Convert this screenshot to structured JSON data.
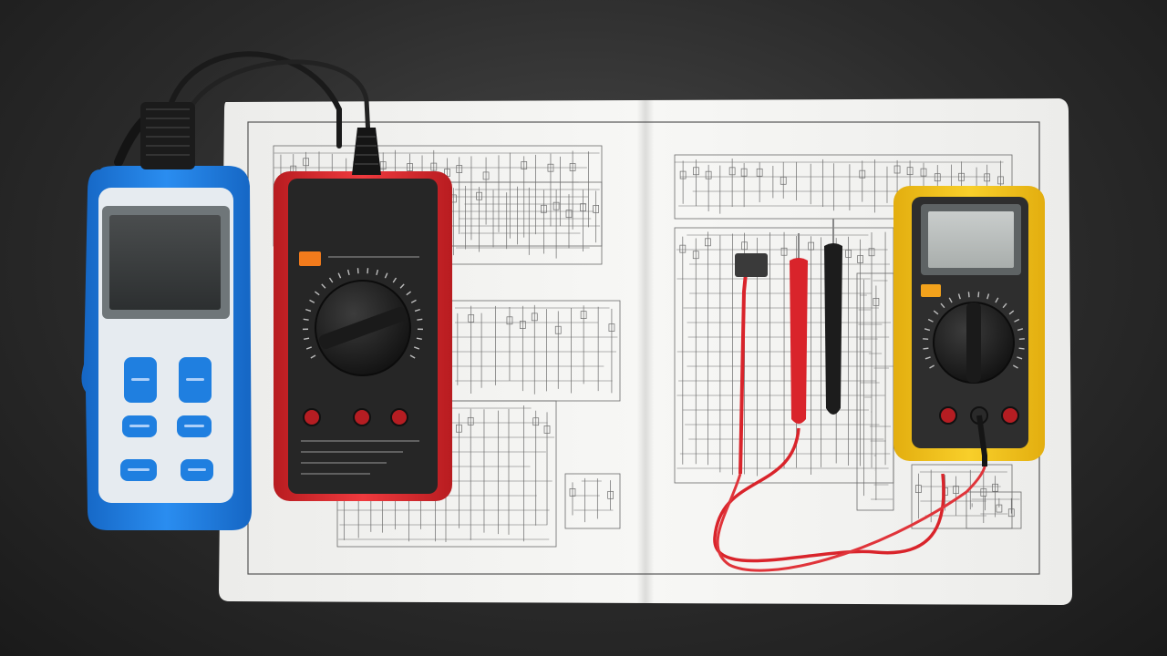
{
  "scene": {
    "description_free": true,
    "colors": {
      "background": "#2b2b2b",
      "paper": "#f4f4f2",
      "schematic_line": "#6d6d6d",
      "blue_scanner": "#1f7fe0",
      "scanner_face": "#e8edf2",
      "red_meter_body": "#e0262b",
      "meter_dark": "#2a2a2a",
      "yellow_meter_body": "#f2c21a",
      "probe_red": "#d9242b",
      "probe_black": "#1c1c1c",
      "orange_accent": "#f27b1c"
    }
  },
  "objects": {
    "scanner": {
      "icon": "obd-scanner-icon",
      "buttons": [
        {
          "label": "",
          "icon": "button-icon"
        },
        {
          "label": "",
          "icon": "button-icon"
        },
        {
          "label": "",
          "icon": "button-icon"
        },
        {
          "label": "",
          "icon": "button-icon"
        },
        {
          "label": "",
          "icon": "button-icon"
        },
        {
          "label": "",
          "icon": "button-icon"
        }
      ]
    },
    "red_multimeter": {
      "icon": "multimeter-icon",
      "dial_icon": "rotary-dial-icon",
      "jacks": 3
    },
    "yellow_multimeter": {
      "icon": "multimeter-icon",
      "dial_icon": "rotary-dial-icon",
      "jacks": 3
    },
    "probes": [
      {
        "color": "red",
        "icon": "test-probe-icon"
      },
      {
        "color": "black",
        "icon": "test-probe-icon"
      }
    ],
    "manual": {
      "icon": "wiring-diagram-icon"
    }
  }
}
